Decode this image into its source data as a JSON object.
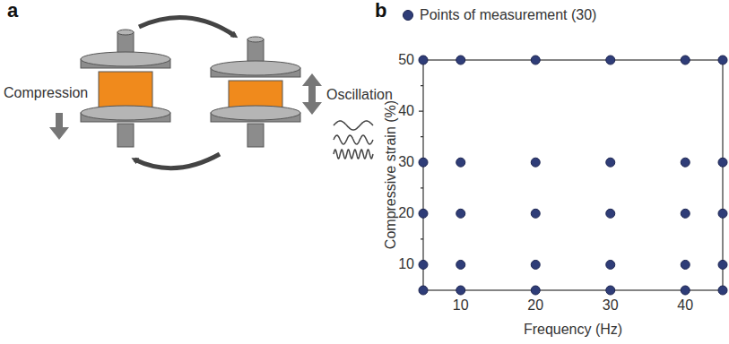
{
  "diagram": {
    "labels": [
      "a",
      "Compression",
      "Oscillation",
      "b",
      "50",
      "40",
      "30",
      "20",
      "10",
      "Compressive strain (%)",
      "10",
      "20",
      "30",
      "40",
      "Frequency (Hz)"
    ],
    "legend": [
      {
        "text": "Points of measurement (30)",
        "color": "#2f3d78"
      }
    ]
  }
}
